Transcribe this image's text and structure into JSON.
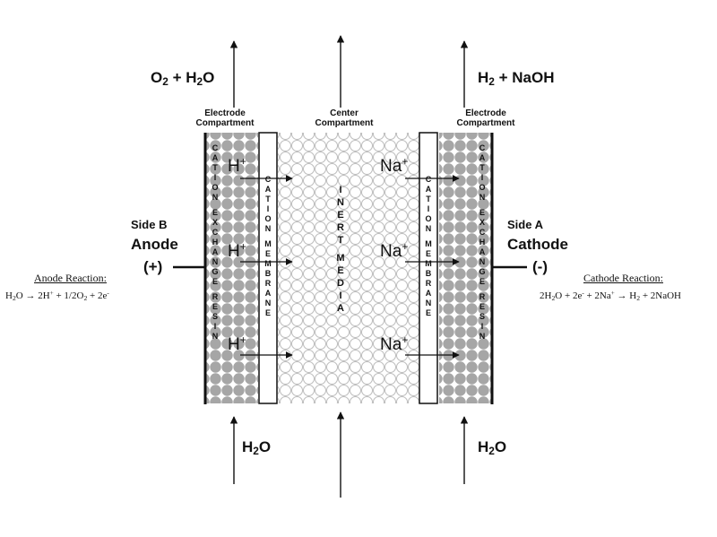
{
  "top": {
    "left_product_parts": [
      "O",
      "2",
      " + H",
      "2",
      "O"
    ],
    "right_product_parts": [
      "H",
      "2",
      " + NaOH"
    ]
  },
  "compartments": {
    "left_line1": "Electrode",
    "left_line2": "Compartment",
    "center_line1": "Center",
    "center_line2": "Compartment",
    "right_line1": "Electrode",
    "right_line2": "Compartment"
  },
  "sides": {
    "left_side": "Side B",
    "left_electrode": "Anode",
    "left_sign": "(+)",
    "right_side": "Side A",
    "right_electrode": "Cathode",
    "right_sign": "(-)"
  },
  "resin_label": "CATION EXCHANGE RESIN",
  "membrane_label": "CATION MEMBRANE",
  "media_label": "INERT MEDIA",
  "ions": {
    "left_base": "H",
    "left_charge": "+",
    "right_base": "Na",
    "right_charge": "+"
  },
  "reactions": {
    "anode_title": "Anode Reaction:",
    "anode_parts": [
      "H",
      "2",
      "O → 2H",
      "+",
      " + 1/2O",
      "2",
      " + 2e",
      "-"
    ],
    "cathode_title": "Cathode Reaction:",
    "cathode_parts": [
      "2H",
      "2",
      "O + 2e",
      "-",
      " + 2Na",
      "+",
      " → H",
      "2",
      " + 2NaOH"
    ]
  },
  "bottom": {
    "left_feed_parts": [
      "H",
      "2",
      "O"
    ],
    "right_feed_parts": [
      "H",
      "2",
      "O"
    ]
  }
}
